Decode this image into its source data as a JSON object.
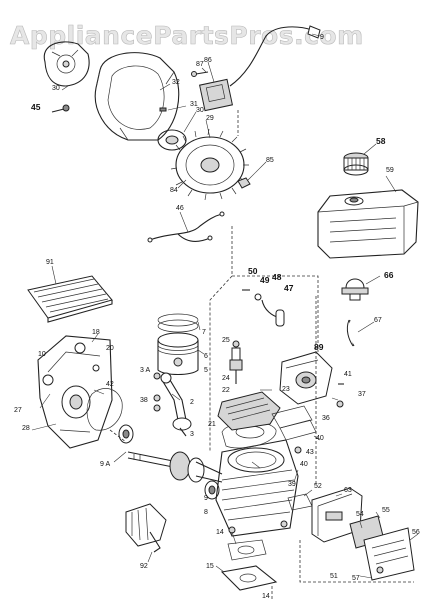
{
  "watermark": "AppliancePartsPros.com",
  "labels": {
    "p9": "9",
    "p30a": "30",
    "p32": "32",
    "p45": "45",
    "p87": "87",
    "p86": "86",
    "p31": "31",
    "p30b": "30",
    "p29": "29",
    "p85": "85",
    "p84": "84",
    "p58": "58",
    "p59": "59",
    "p46": "46",
    "p91": "91",
    "p50": "50",
    "p49": "49",
    "p48": "48",
    "p47": "47",
    "p66": "66",
    "p7": "7",
    "p18": "18",
    "p10": "10",
    "p20": "20",
    "p6": "6",
    "p25": "25",
    "p89": "89",
    "p67": "67",
    "p3a": "3 A",
    "p42": "42",
    "p5": "5",
    "p24": "24",
    "p23": "23",
    "p22": "22",
    "p41": "41",
    "p37": "37",
    "p38": "38",
    "p27": "27",
    "p2": "2",
    "p3": "3",
    "p21": "21",
    "p36": "36",
    "p40a": "40",
    "p40b": "40",
    "p28": "28",
    "p43": "43",
    "p9a": "9 A",
    "p39": "39",
    "p52": "52",
    "p63": "63",
    "p8": "8",
    "p54": "54",
    "p55": "55",
    "p56": "56",
    "p92": "92",
    "p14a": "14",
    "p57": "57",
    "p51": "51",
    "p15": "15",
    "p14b": "14"
  },
  "colors": {
    "ink": "#222222",
    "watermark_fill": "#e6e6e6",
    "watermark_stroke": "#b9b9b9"
  }
}
